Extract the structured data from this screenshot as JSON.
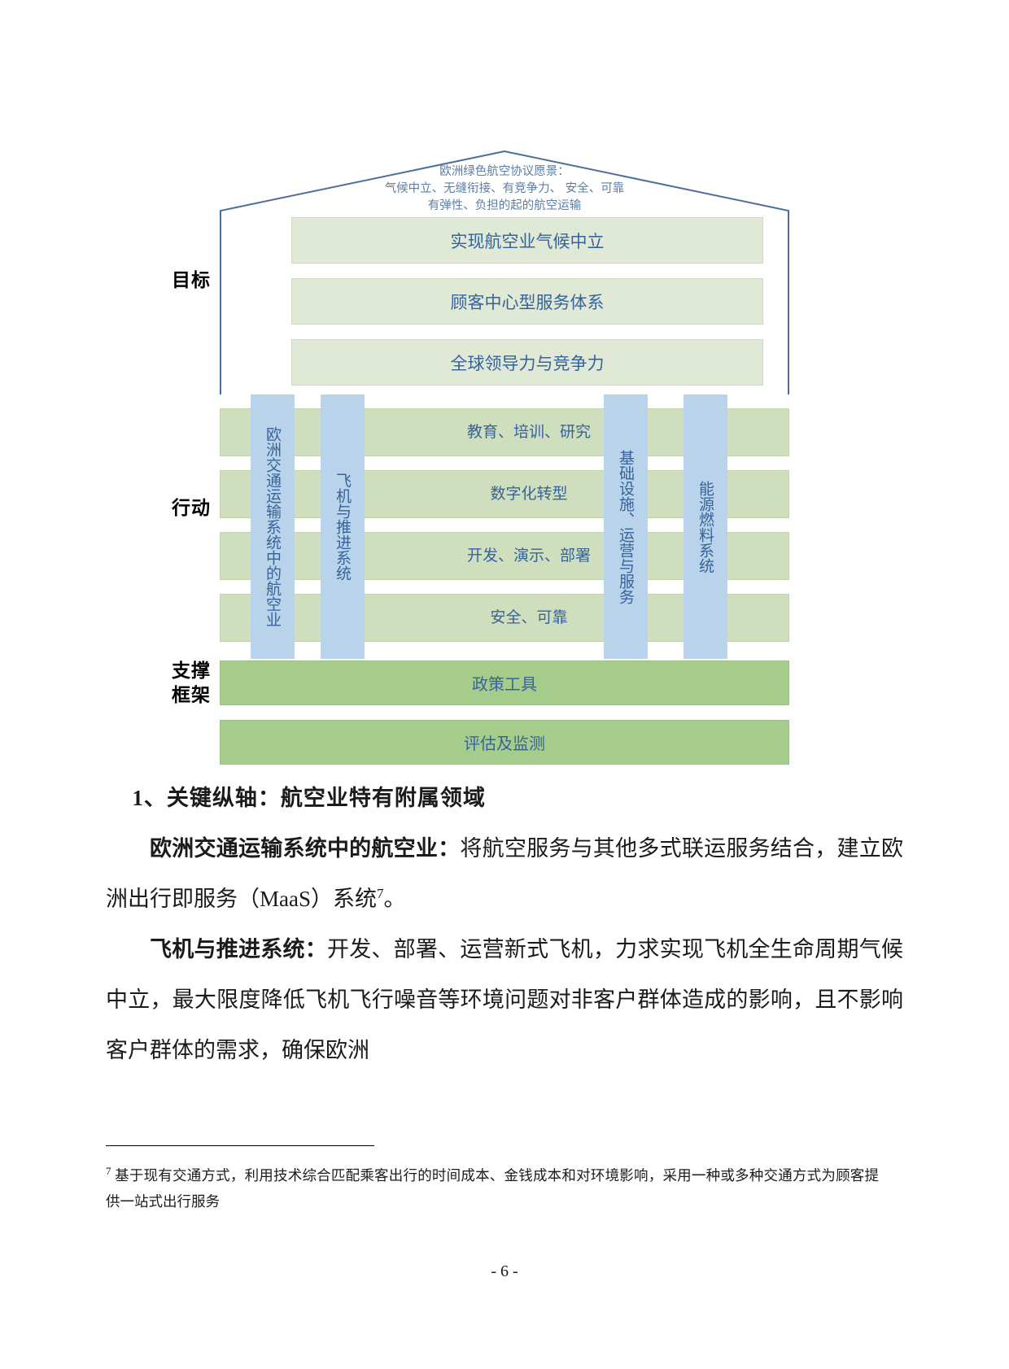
{
  "diagram": {
    "roof_text": "欧洲绿色航空协议愿景：\n气候中立、无缝衔接、有竞争力、 安全、可靠\n有弹性、负担的起的航空运输",
    "side_labels": {
      "goal": "目标",
      "action": "行动",
      "support": "支撑\n框架"
    },
    "goals": [
      "实现航空业气候中立",
      "顾客中心型服务体系",
      "全球领导力与竞争力"
    ],
    "action_strips": [
      "教育、培训、研究",
      "数字化转型",
      "开发、演示、部署",
      "安全、可靠"
    ],
    "pillars": [
      "欧洲交通运输系统中的航空业",
      "飞机与推进系统",
      "基础设施、运营与服务",
      "能源燃料系统"
    ],
    "support_bars": [
      "政策工具",
      "评估及监测"
    ],
    "colors": {
      "goal_box": "#dfe9d6",
      "strip": "#cfdfbe",
      "pillar": "#b9d3ea",
      "support_bar": "#a6cc8c",
      "text_blue": "#36639c",
      "roof_stroke": "#4a6f9b"
    }
  },
  "body": {
    "heading": "1、关键纵轴：航空业特有附属领域",
    "paragraphs": [
      {
        "bold": "欧洲交通运输系统中的航空业：",
        "rest": "将航空服务与其他多式联运服务结合，建立欧洲出行即服务（MaaS）系统",
        "footnote_mark": "7"
      },
      {
        "bold": "飞机与推进系统：",
        "rest": "开发、部署、运营新式飞机，力求实现飞机全生命周期气候中立，最大限度降低飞机飞行噪音等环境问题对非客户群体造成的影响，且不影响客户群体的需求，确保欧洲",
        "footnote_mark": ""
      }
    ]
  },
  "footnote": {
    "mark": "7",
    "text": "基于现有交通方式，利用技术综合匹配乘客出行的时间成本、金钱成本和对环境影响，采用一种或多种交通方式为顾客提供一站式出行服务"
  },
  "page_number": "- 6 -"
}
